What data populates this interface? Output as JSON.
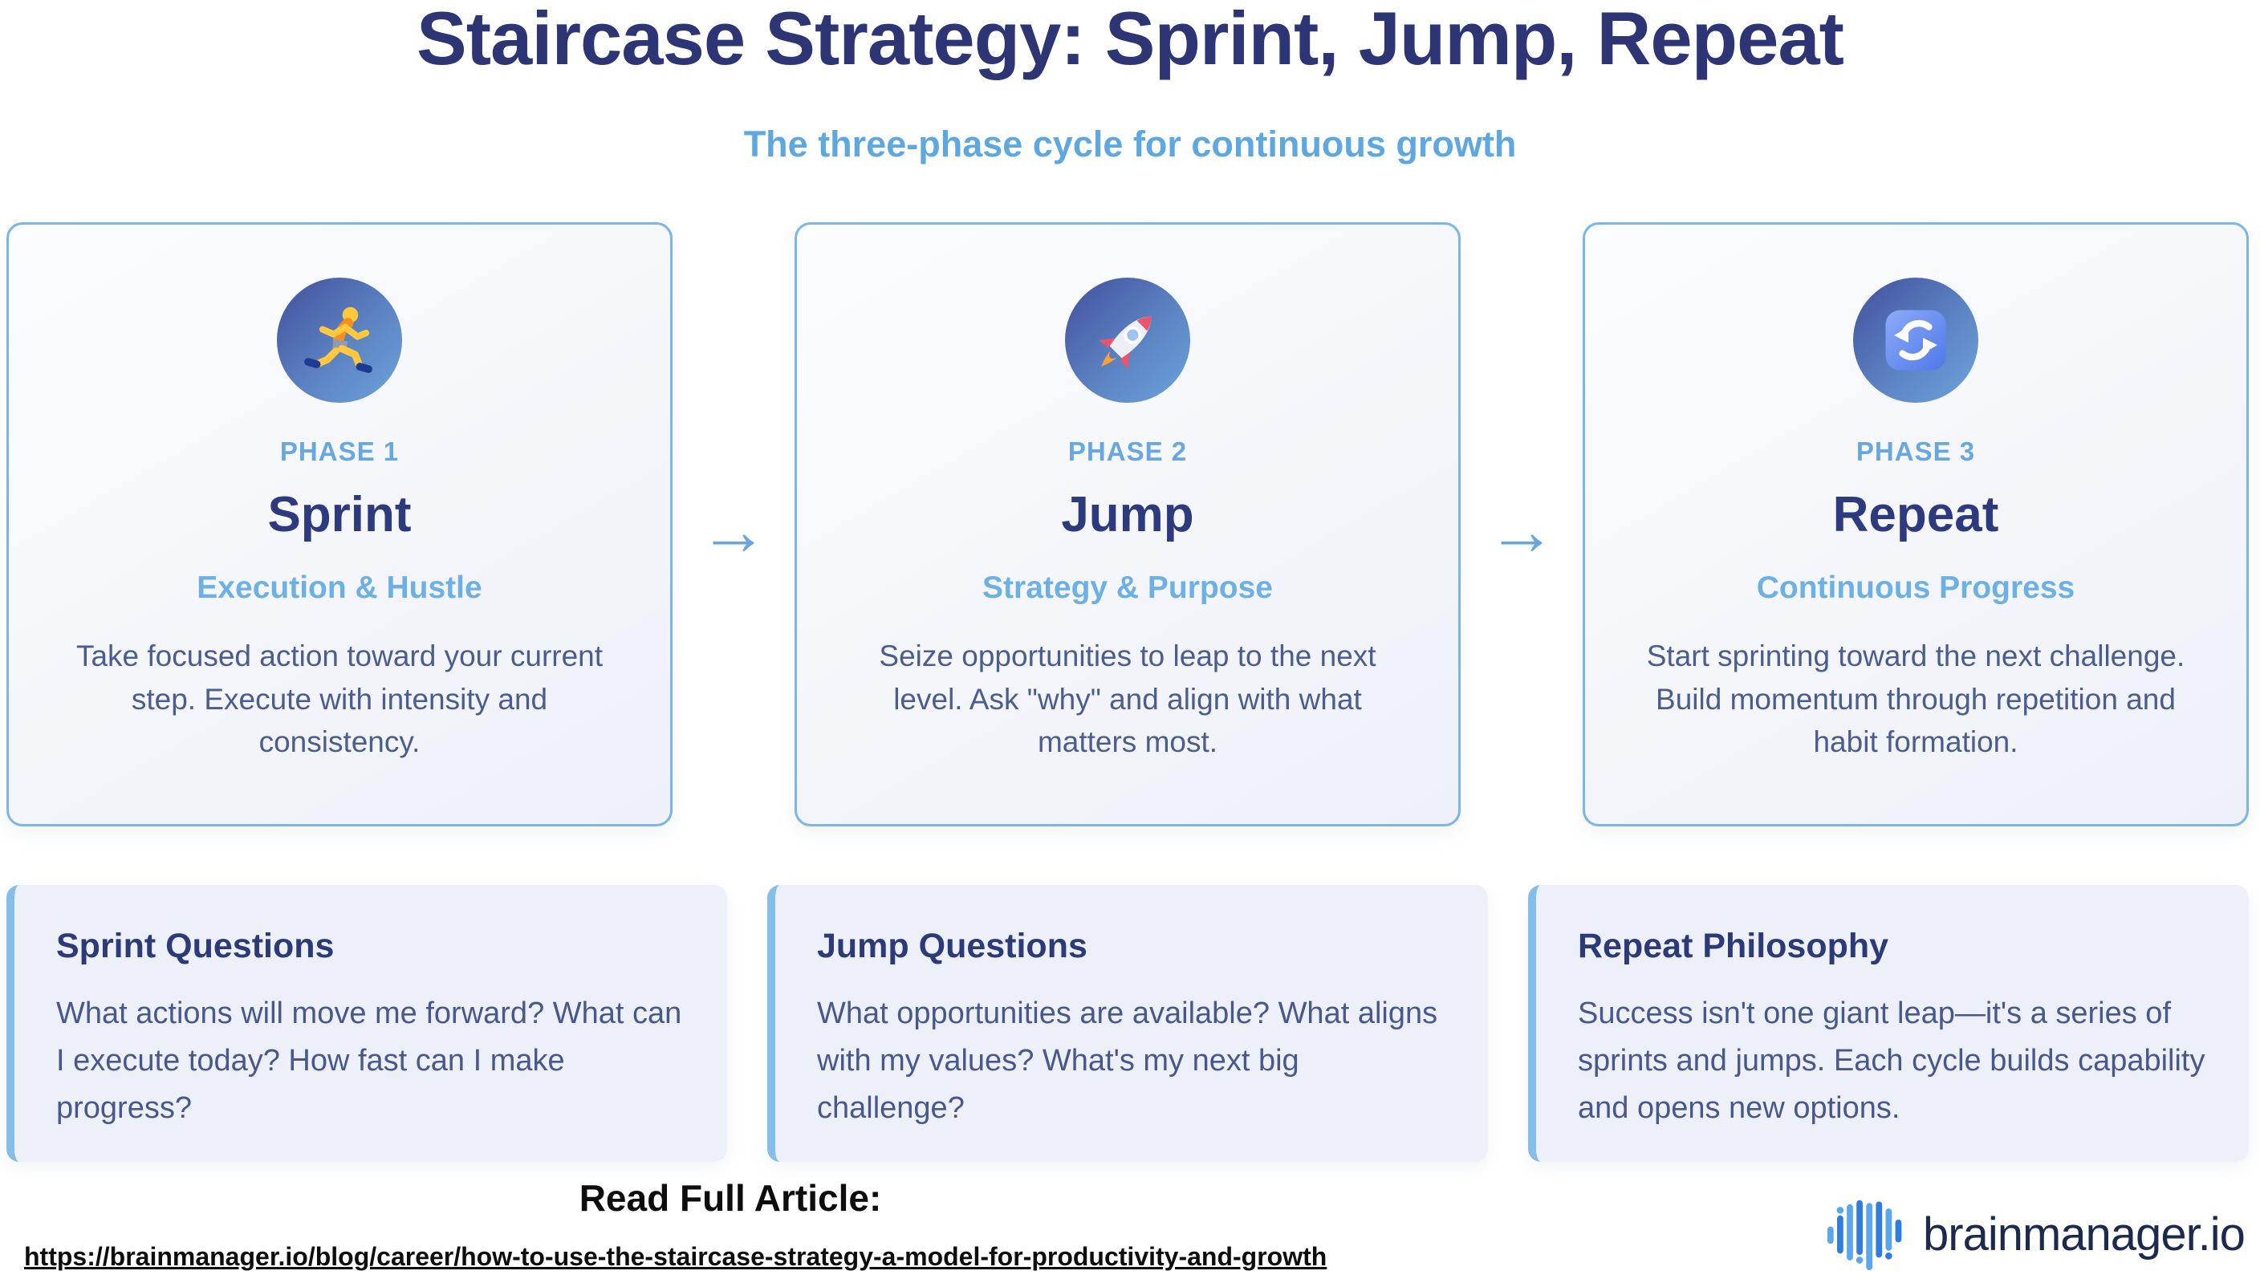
{
  "page": {
    "title": "Staircase Strategy: Sprint, Jump, Repeat",
    "subtitle": "The three-phase cycle for continuous growth"
  },
  "connector": {
    "glyph": "→"
  },
  "phases": [
    {
      "label": "PHASE 1",
      "name": "Sprint",
      "tagline": "Execution & Hustle",
      "description": "Take focused action toward your current step. Execute with intensity and consistency.",
      "icon": "runner-emoji"
    },
    {
      "label": "PHASE 2",
      "name": "Jump",
      "tagline": "Strategy & Purpose",
      "description": "Seize opportunities to leap to the next level. Ask \"why\" and align with what matters most.",
      "icon": "rocket-emoji"
    },
    {
      "label": "PHASE 3",
      "name": "Repeat",
      "tagline": "Continuous Progress",
      "description": "Start sprinting toward the next challenge. Build momentum through repetition and habit formation.",
      "icon": "repeat-arrows-emoji"
    }
  ],
  "notes": [
    {
      "heading": "Sprint Questions",
      "text": "What actions will move me forward? What can I execute today? How fast can I make progress?"
    },
    {
      "heading": "Jump Questions",
      "text": "What opportunities are available? What aligns with my values? What's my next big challenge?"
    },
    {
      "heading": "Repeat Philosophy",
      "text": "Success isn't one giant leap—it's a series of sprints and jumps. Each cycle builds capability and opens new options."
    }
  ],
  "footer": {
    "read_label": "Read Full Article:",
    "url": "https://brainmanager.io/blog/career/how-to-use-the-staircase-strategy-a-model-for-productivity-and-growth",
    "brand": "brainmanager.io"
  },
  "colors": {
    "title": "#2d3574",
    "subtitle": "#5da8e0",
    "card_border": "#7cb5e8",
    "phase_label": "#68a7e0",
    "phase_name": "#2e3a7e",
    "tagline": "#6db1e4",
    "body_text": "#4b5c8e",
    "arrow": "#68a6dc",
    "note_bg": "#edf0f8",
    "note_accent": "#85bee9",
    "logo_light_blue": "#5aa7f0",
    "logo_dark_blue": "#2f7de1",
    "brand_text": "#1c2a4e"
  }
}
